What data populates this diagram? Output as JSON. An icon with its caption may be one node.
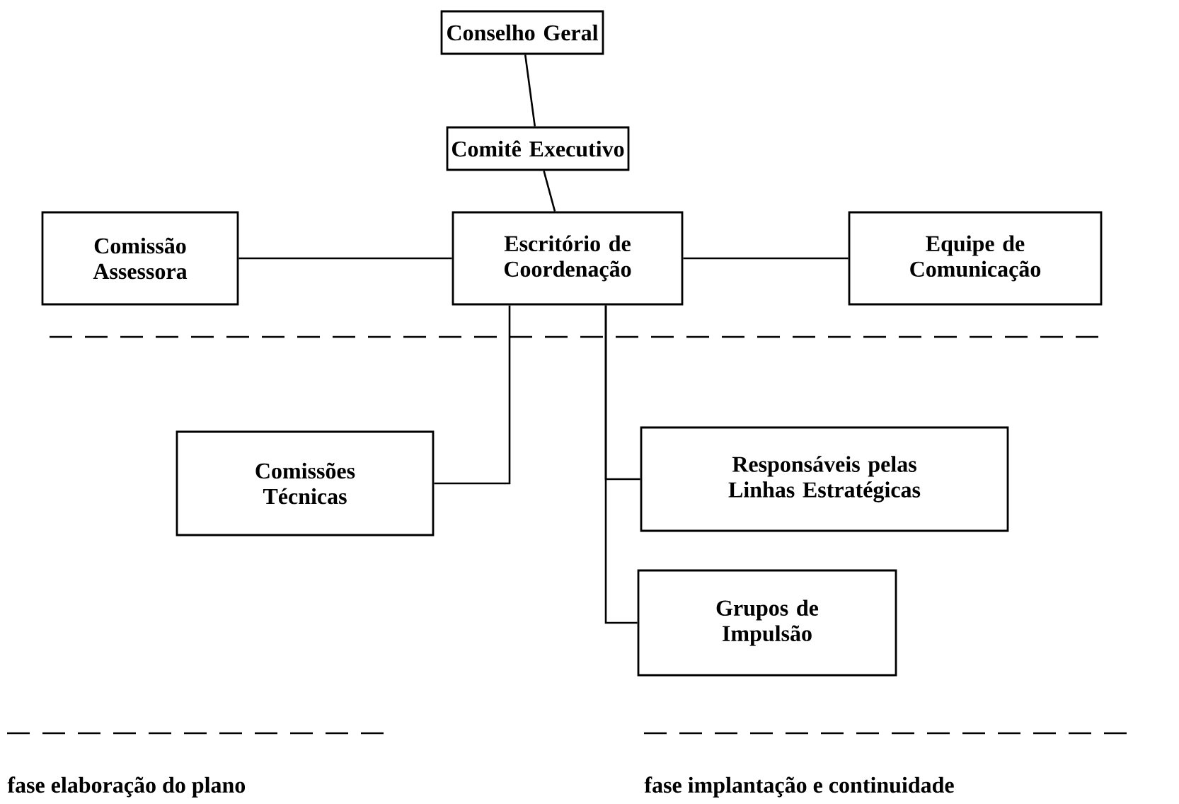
{
  "diagram": {
    "nodes": [
      {
        "text": [
          "Conselho Geral"
        ]
      },
      {
        "text": [
          "Comitê Executivo"
        ]
      },
      {
        "text": [
          "Comissão Assessora"
        ]
      },
      {
        "text": [
          "Escritório de Coordenação"
        ]
      },
      {
        "text": [
          "Equipe de Comunicação"
        ]
      },
      {
        "text": [
          "Comissões Técnicas"
        ]
      },
      {
        "text": [
          "Responsáveis pelas Linhas Estratégicas"
        ]
      },
      {
        "text": [
          "Grupos de Impulsão"
        ]
      }
    ],
    "edges": [
      {
        "from": 0,
        "to": 1,
        "arrow": "none"
      },
      {
        "from": 1,
        "to": 3,
        "arrow": "none"
      },
      {
        "from": 2,
        "to": 3,
        "arrow": "none"
      },
      {
        "from": 3,
        "to": 4,
        "arrow": "none"
      },
      {
        "from": 3,
        "to": 5,
        "arrow": "none"
      },
      {
        "from": 3,
        "to": 6,
        "arrow": "none"
      },
      {
        "from": 3,
        "to": 7,
        "arrow": "none"
      }
    ],
    "legend": [
      {
        "text": "fase elaboração do plano"
      },
      {
        "text": "fase implantação e continuidade"
      }
    ]
  }
}
